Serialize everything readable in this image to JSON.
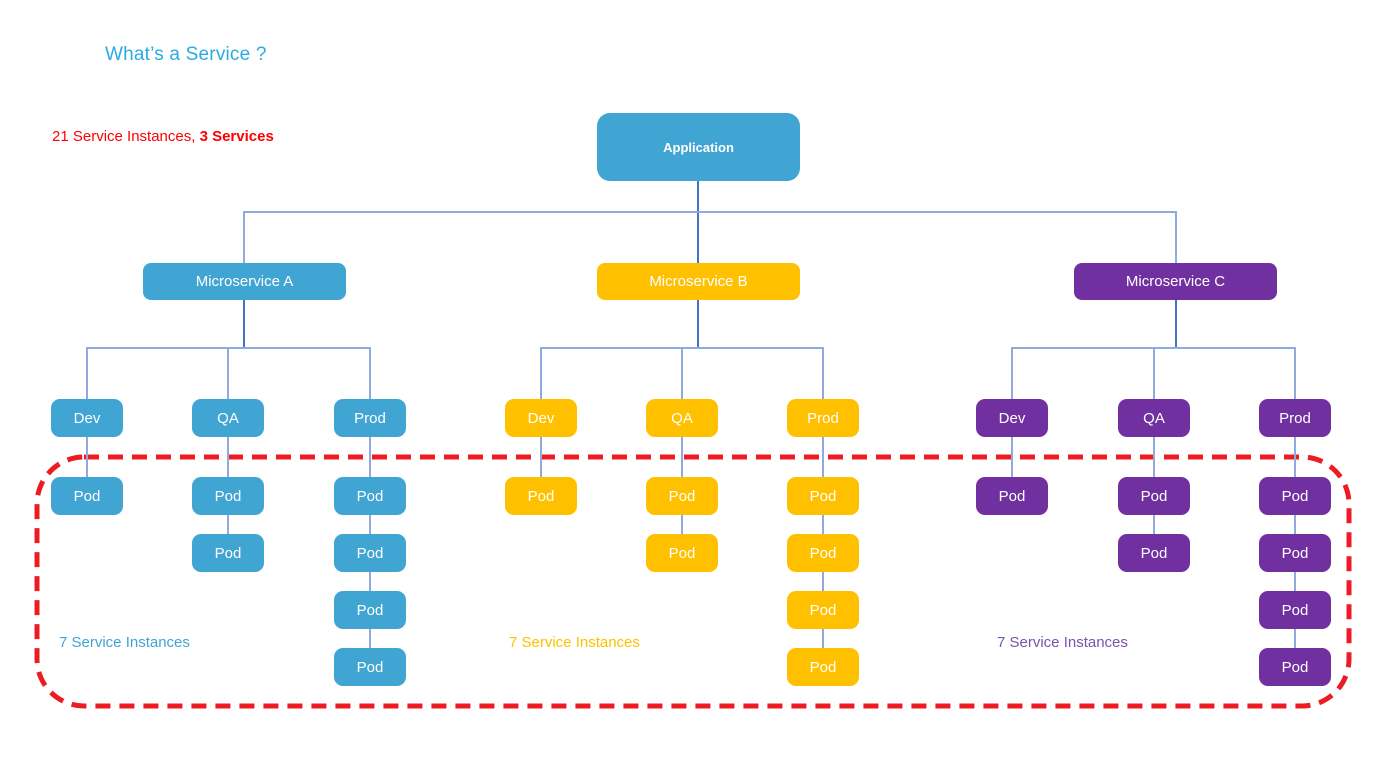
{
  "title": "What’s a Service ?",
  "summary": {
    "prefix": "21 Service Instances, ",
    "bold": "3 Services"
  },
  "root": {
    "label": "Application",
    "color": "#41A5D3"
  },
  "services": [
    {
      "label": "Microservice A",
      "color": "#41A5D3",
      "note_color": "#41A5D3",
      "instances_note": "7 Service Instances",
      "environments": [
        {
          "label": "Dev",
          "pods": [
            "Pod"
          ]
        },
        {
          "label": "QA",
          "pods": [
            "Pod",
            "Pod"
          ]
        },
        {
          "label": "Prod",
          "pods": [
            "Pod",
            "Pod",
            "Pod",
            "Pod"
          ]
        }
      ]
    },
    {
      "label": "Microservice B",
      "color": "#FFC000",
      "note_color": "#FFC000",
      "instances_note": "7 Service Instances",
      "environments": [
        {
          "label": "Dev",
          "pods": [
            "Pod"
          ]
        },
        {
          "label": "QA",
          "pods": [
            "Pod",
            "Pod"
          ]
        },
        {
          "label": "Prod",
          "pods": [
            "Pod",
            "Pod",
            "Pod",
            "Pod"
          ]
        }
      ]
    },
    {
      "label": "Microservice C",
      "color": "#7030A0",
      "note_color": "#7B52AB",
      "instances_note": "7 Service Instances",
      "environments": [
        {
          "label": "Dev",
          "pods": [
            "Pod"
          ]
        },
        {
          "label": "QA",
          "pods": [
            "Pod",
            "Pod"
          ]
        },
        {
          "label": "Prod",
          "pods": [
            "Pod",
            "Pod",
            "Pod",
            "Pod"
          ]
        }
      ]
    }
  ],
  "colors": {
    "title_cyan": "#29ABE2",
    "summary_red": "#FF0000",
    "outline_red": "#EC1C24",
    "connector_dark": "#4472C4",
    "connector_light": "#8FAADC"
  }
}
